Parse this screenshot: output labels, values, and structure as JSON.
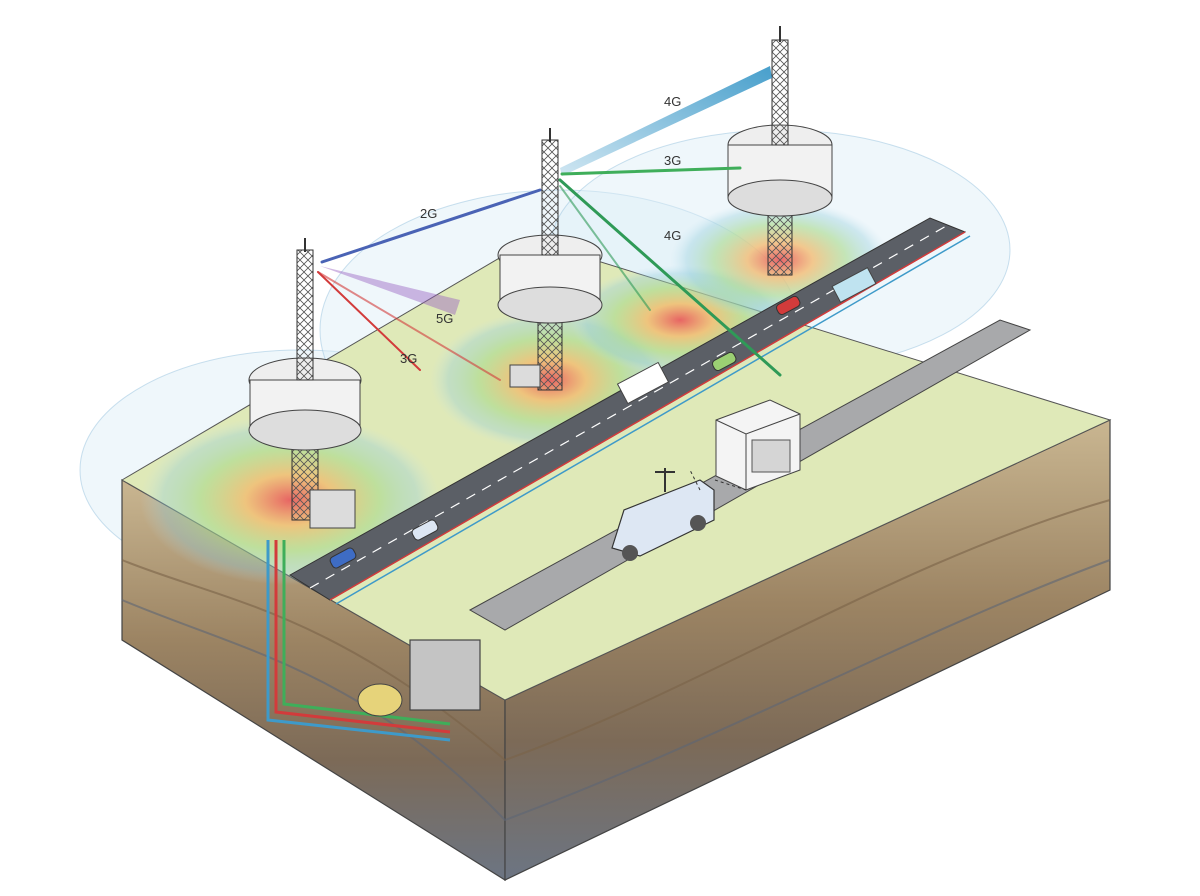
{
  "links": [
    {
      "id": "link-2g",
      "label": "2G",
      "color": "#4a63b5"
    },
    {
      "id": "link-5g",
      "label": "5G",
      "color": "#9a62c2"
    },
    {
      "id": "link-3g-left",
      "label": "3G",
      "color": "#d23b3b"
    },
    {
      "id": "link-4g-top",
      "label": "4G",
      "color": "#3e9ac9"
    },
    {
      "id": "link-3g-top",
      "label": "3G",
      "color": "#3fae5a"
    },
    {
      "id": "link-4g-mid",
      "label": "4G",
      "color": "#2f9a57"
    }
  ],
  "colors": {
    "coverage_core": "#e8565a",
    "coverage_mid": "#f3b86a",
    "coverage_outer": "#7fcf9a",
    "coverage_edge": "#9fd0e6",
    "terrain_top": "#dfe9b8",
    "road": "#5b5f66",
    "soil": "#9c8463",
    "bedrock": "#6c7583"
  },
  "icons": [
    "cell-tower-icon",
    "equipment-shelter-icon",
    "measurement-van-icon",
    "fiber-conduit-icon",
    "truck-icon",
    "car-icon"
  ]
}
